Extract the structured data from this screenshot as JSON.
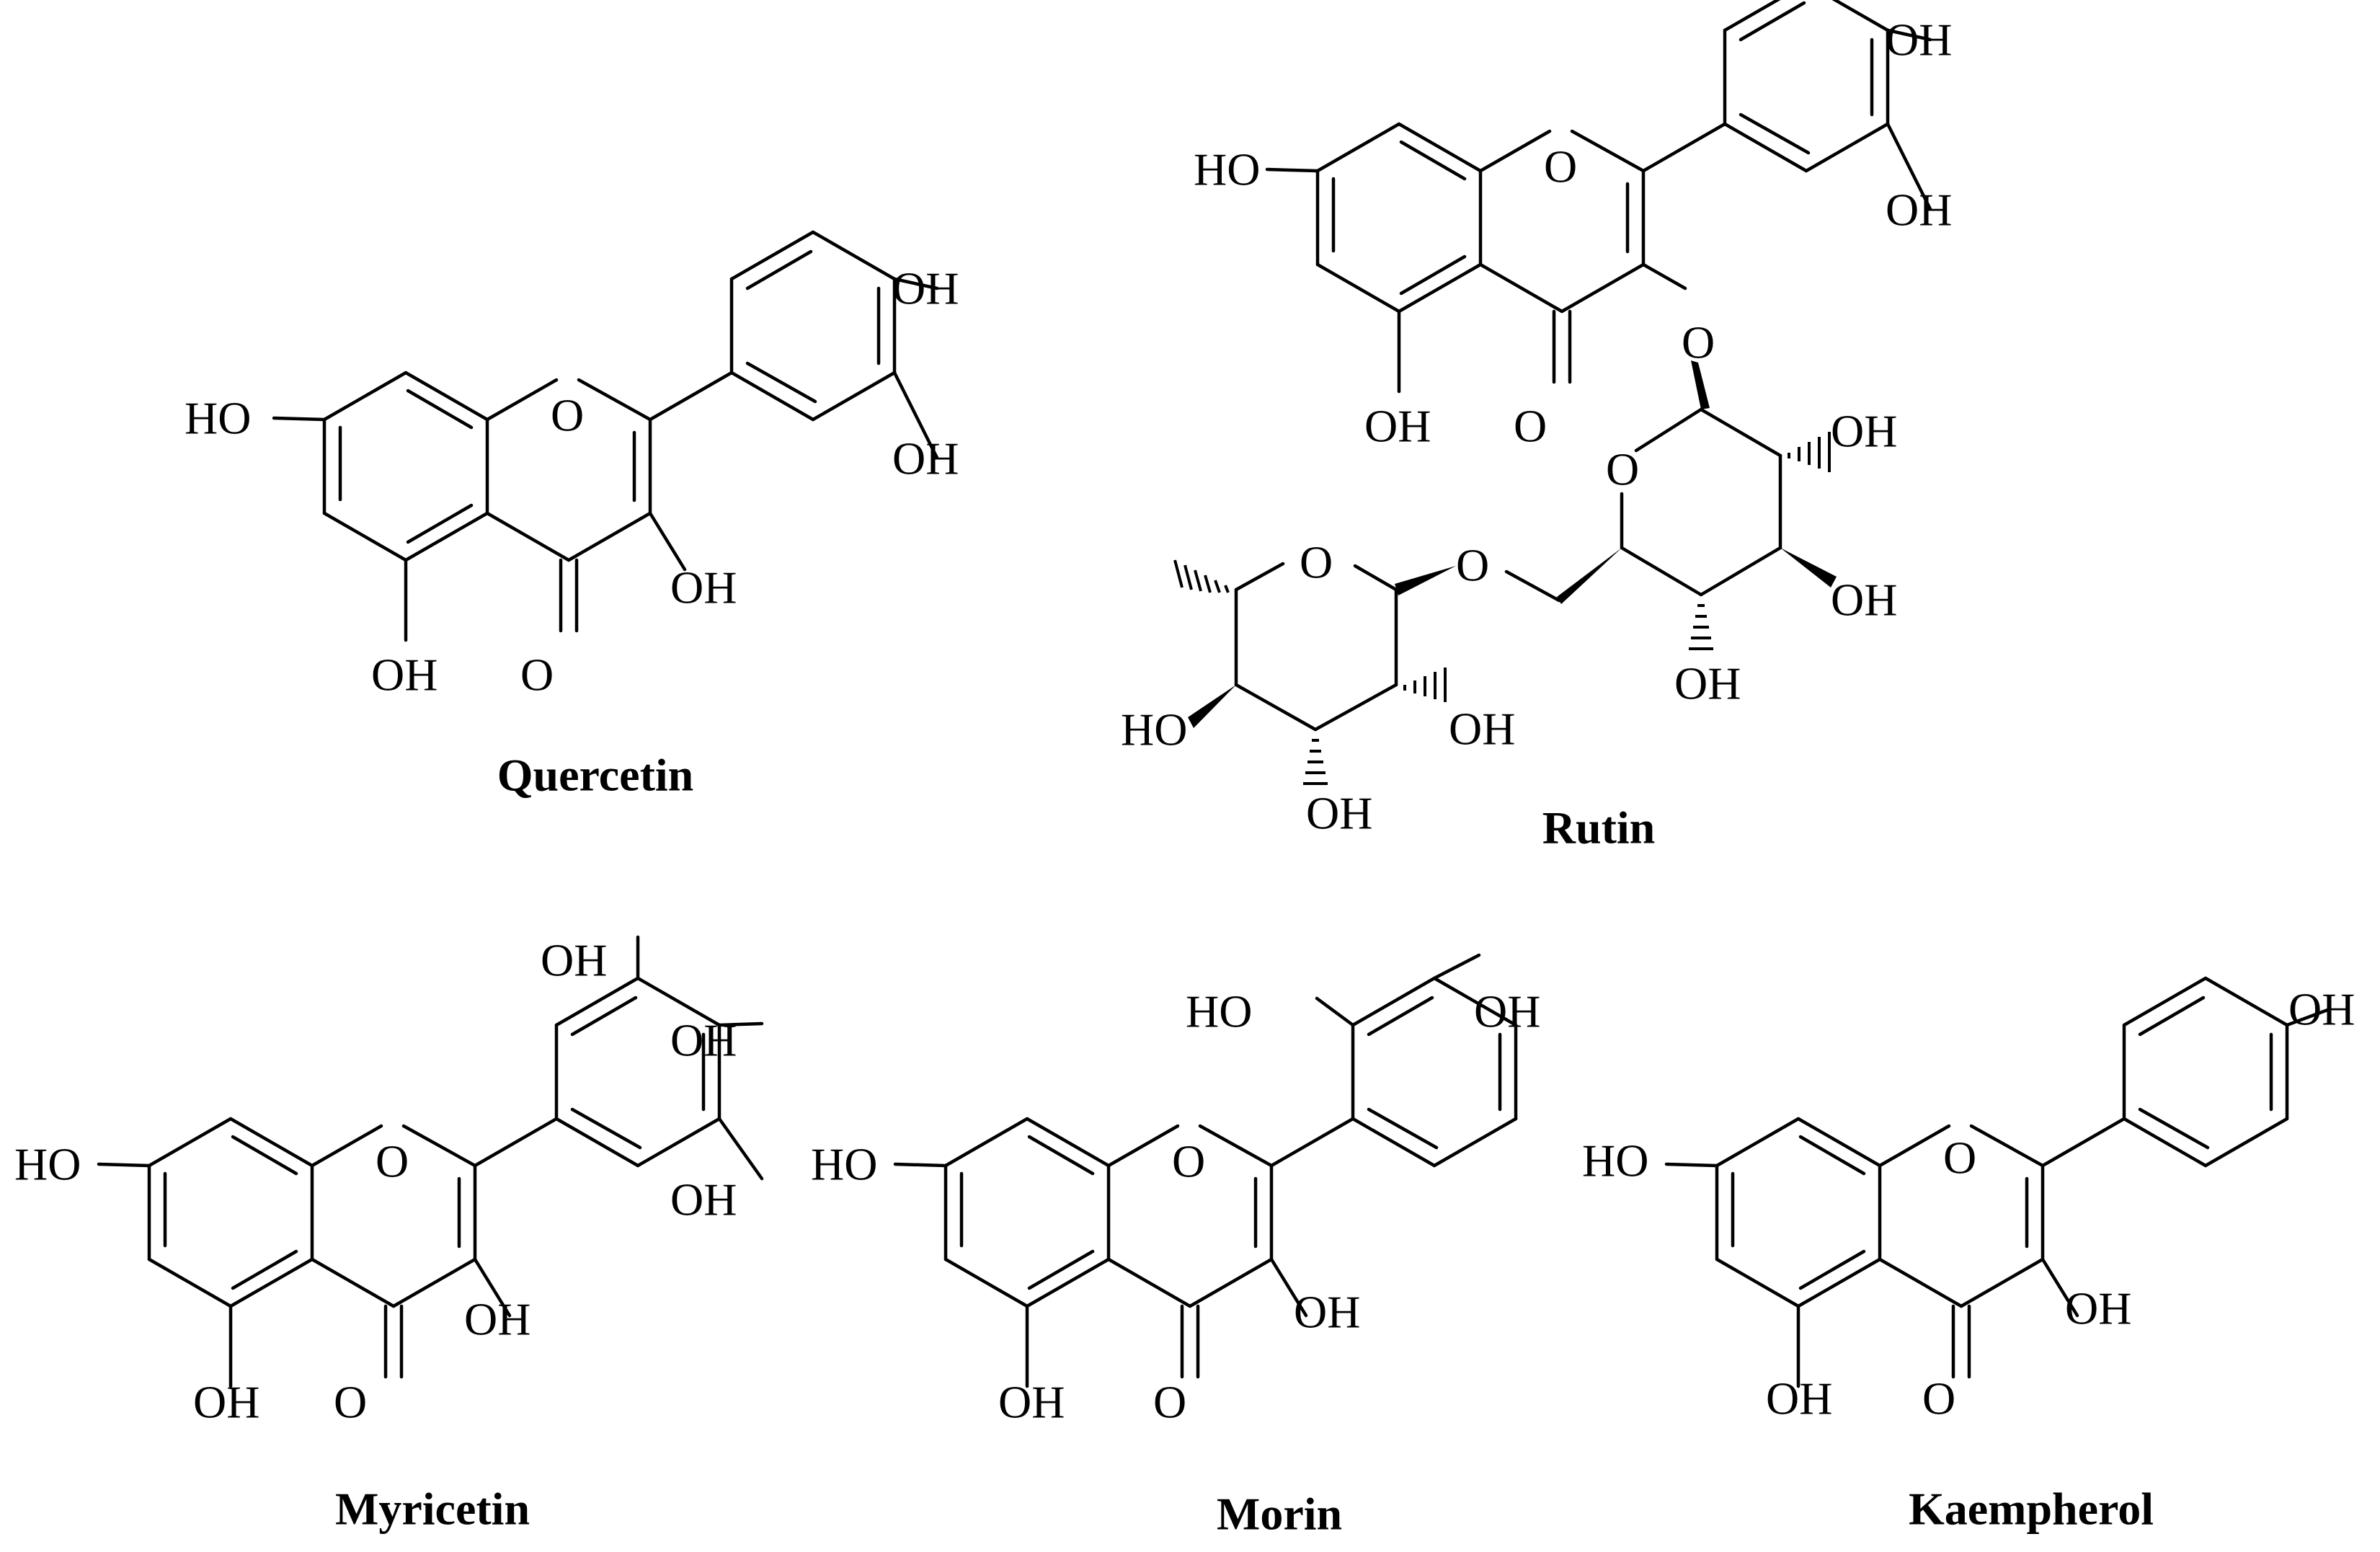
{
  "figure": {
    "molecules": [
      {
        "id": "quercetin",
        "name": "Quercetin",
        "labels": {
          "ho7": "HO",
          "o1": "O",
          "oh3p": "OH",
          "oh4p": "OH",
          "oh3": "OH",
          "oh5": "OH",
          "o4": "O"
        }
      },
      {
        "id": "rutin",
        "name": "Rutin",
        "labels": {
          "ho7": "HO",
          "o1": "O",
          "oh3p": "OH",
          "oh4p": "OH",
          "oh5": "OH",
          "o4": "O",
          "glyO": "O",
          "ringOg": "O",
          "g2oh": "OH",
          "g3oh": "OH",
          "g4oh": "OH",
          "linkO": "O",
          "ringOr": "O",
          "r2oh": "OH",
          "r3oh": "OH",
          "r4oh": "HO"
        }
      },
      {
        "id": "myricetin",
        "name": "Myricetin",
        "labels": {
          "ho7": "HO",
          "o1": "O",
          "oh3p": "OH",
          "oh4p": "OH",
          "oh5p": "OH",
          "oh3": "OH",
          "oh5": "OH",
          "o4": "O"
        }
      },
      {
        "id": "morin",
        "name": "Morin",
        "labels": {
          "ho7": "HO",
          "o1": "O",
          "oh2p": "HO",
          "oh4p": "OH",
          "oh3": "OH",
          "oh5": "OH",
          "o4": "O"
        }
      },
      {
        "id": "kaempherol",
        "name": "Kaempherol",
        "labels": {
          "ho7": "HO",
          "o1": "O",
          "oh4p": "OH",
          "oh3": "OH",
          "oh5": "OH",
          "o4": "O"
        }
      }
    ]
  }
}
